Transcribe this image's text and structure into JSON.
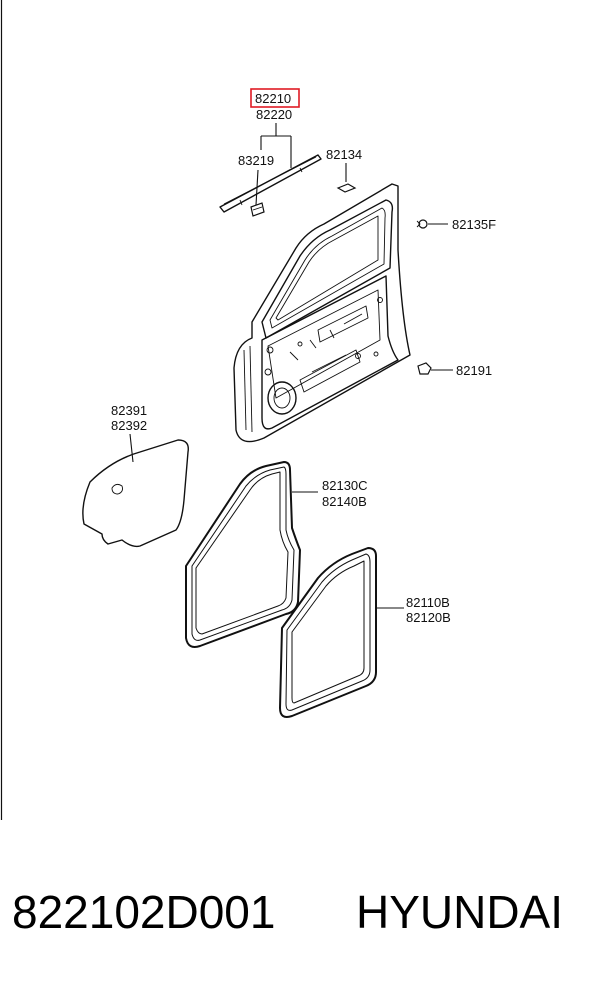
{
  "diagram": {
    "highlighted_part": "82210",
    "labels": {
      "p82210": "82210",
      "p82220": "82220",
      "p83219": "83219",
      "p82134": "82134",
      "p82135F": "82135F",
      "p82191": "82191",
      "p82391": "82391",
      "p82392": "82392",
      "p82130C": "82130C",
      "p82140B": "82140B",
      "p82110B": "82110B",
      "p82120B": "82120B"
    },
    "highlight_color": "#e01b24"
  },
  "footer": {
    "part_number": "822102D001",
    "brand": "HYUNDAI"
  }
}
